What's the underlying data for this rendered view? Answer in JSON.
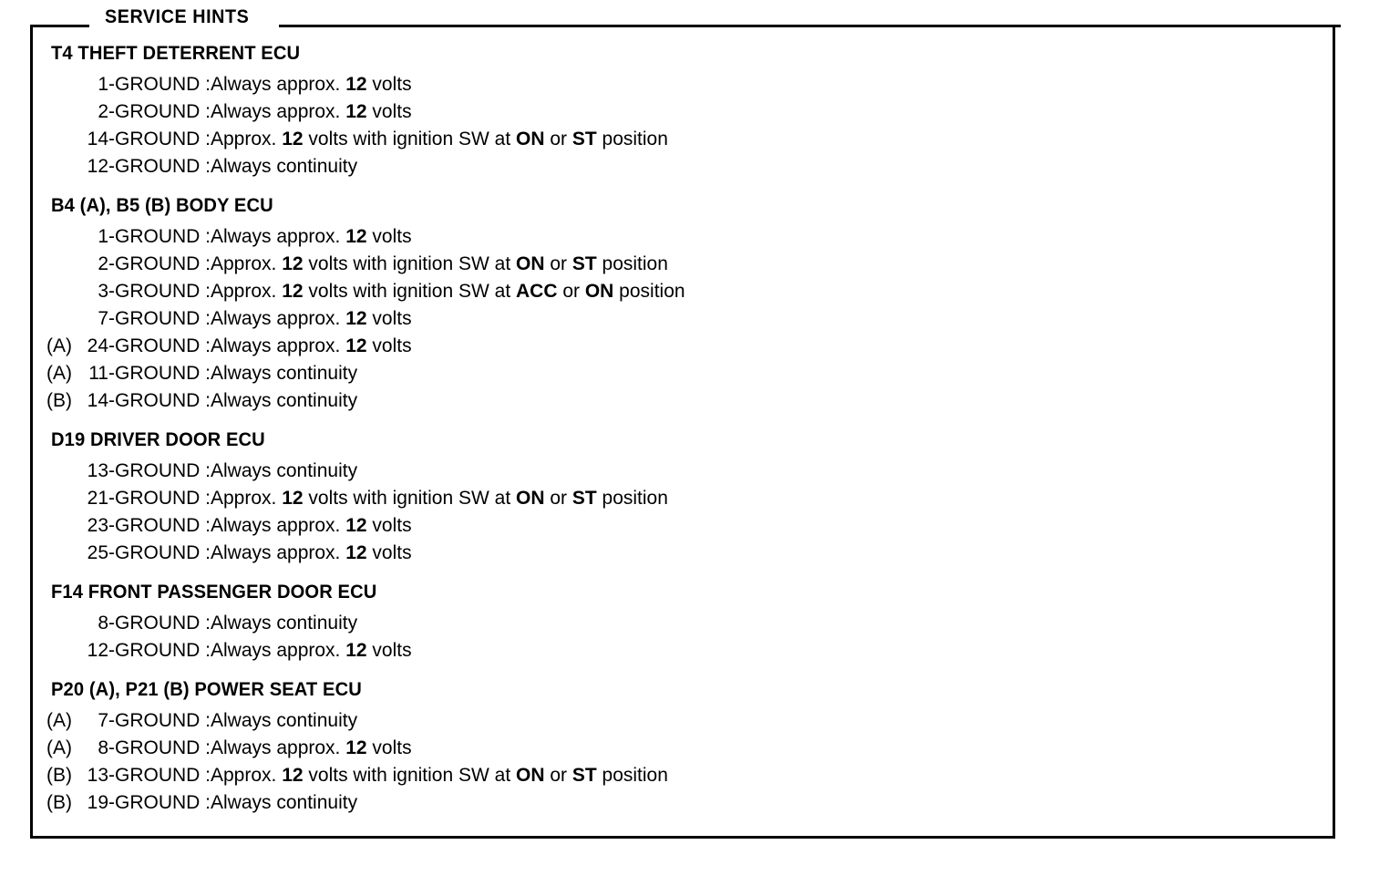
{
  "panel": {
    "title": "SERVICE HINTS"
  },
  "sections": [
    {
      "title": "T4  THEFT DETERRENT ECU",
      "rows": [
        {
          "connector": "",
          "pin": "1",
          "stem": "-GROUND : ",
          "desc_html": "Always approx. <b>12</b> volts"
        },
        {
          "connector": "",
          "pin": "2",
          "stem": "-GROUND : ",
          "desc_html": "Always approx. <b>12</b> volts"
        },
        {
          "connector": "",
          "pin": "14",
          "stem": "-GROUND : ",
          "desc_html": "Approx. <b>12</b> volts with ignition SW at <b>ON</b> or <b>ST</b> position"
        },
        {
          "connector": "",
          "pin": "12",
          "stem": "-GROUND : ",
          "desc_html": "Always continuity"
        }
      ]
    },
    {
      "title": "B4 (A), B5 (B)  BODY ECU",
      "rows": [
        {
          "connector": "",
          "pin": "1",
          "stem": "-GROUND : ",
          "desc_html": "Always approx. <b>12</b> volts"
        },
        {
          "connector": "",
          "pin": "2",
          "stem": "-GROUND : ",
          "desc_html": "Approx. <b>12</b> volts with ignition SW at <b>ON</b> or <b>ST</b> position"
        },
        {
          "connector": "",
          "pin": "3",
          "stem": "-GROUND : ",
          "desc_html": "Approx. <b>12</b> volts with ignition SW at <b>ACC</b> or <b>ON</b> position"
        },
        {
          "connector": "",
          "pin": "7",
          "stem": "-GROUND : ",
          "desc_html": "Always approx. <b>12</b> volts"
        },
        {
          "connector": "(A)",
          "pin": "24",
          "stem": "-GROUND : ",
          "desc_html": "Always approx. <b>12</b> volts"
        },
        {
          "connector": "(A)",
          "pin": "11",
          "stem": "-GROUND : ",
          "desc_html": "Always continuity"
        },
        {
          "connector": "(B)",
          "pin": "14",
          "stem": "-GROUND : ",
          "desc_html": "Always continuity"
        }
      ]
    },
    {
      "title": "D19  DRIVER DOOR ECU",
      "rows": [
        {
          "connector": "",
          "pin": "13",
          "stem": "-GROUND : ",
          "desc_html": "Always continuity"
        },
        {
          "connector": "",
          "pin": "21",
          "stem": "-GROUND : ",
          "desc_html": "Approx. <b>12</b> volts with ignition SW at <b>ON</b> or <b>ST</b> position"
        },
        {
          "connector": "",
          "pin": "23",
          "stem": "-GROUND : ",
          "desc_html": "Always approx. <b>12</b> volts"
        },
        {
          "connector": "",
          "pin": "25",
          "stem": "-GROUND : ",
          "desc_html": "Always approx. <b>12</b> volts"
        }
      ]
    },
    {
      "title": "F14  FRONT PASSENGER DOOR ECU",
      "rows": [
        {
          "connector": "",
          "pin": "8",
          "stem": "-GROUND : ",
          "desc_html": "Always continuity"
        },
        {
          "connector": "",
          "pin": "12",
          "stem": "-GROUND : ",
          "desc_html": "Always approx. <b>12</b> volts"
        }
      ]
    },
    {
      "title": "P20 (A), P21 (B)  POWER SEAT ECU",
      "rows": [
        {
          "connector": "(A)",
          "pin": "7",
          "stem": "-GROUND : ",
          "desc_html": "Always continuity"
        },
        {
          "connector": "(A)",
          "pin": "8",
          "stem": "-GROUND : ",
          "desc_html": "Always approx. <b>12</b> volts"
        },
        {
          "connector": "(B)",
          "pin": "13",
          "stem": "-GROUND : ",
          "desc_html": "Approx. <b>12</b> volts with ignition SW at <b>ON</b> or <b>ST</b> position"
        },
        {
          "connector": "(B)",
          "pin": "19",
          "stem": "-GROUND : ",
          "desc_html": "Always continuity"
        }
      ]
    }
  ],
  "colors": {
    "ink": "#000000",
    "page": "#ffffff"
  }
}
